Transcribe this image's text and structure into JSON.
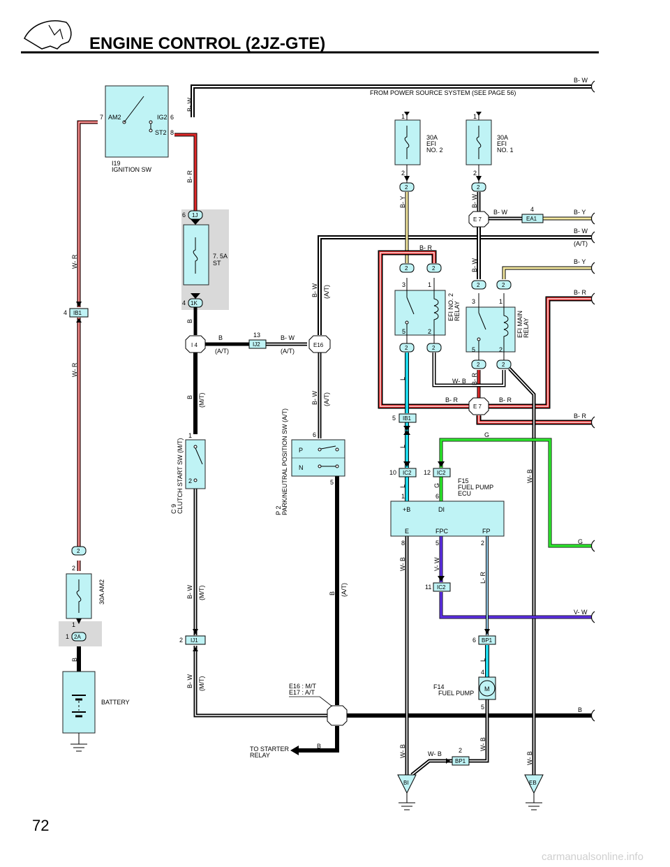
{
  "header": {
    "title": "ENGINE CONTROL (2JZ-GTE)"
  },
  "page_number": "72",
  "watermark": "carmanualsonline.info",
  "power_note": "FROM POWER SOURCE SYSTEM (SEE PAGE 56)",
  "components": {
    "ignition_sw": {
      "ref": "I19",
      "name": "IGNITION SW",
      "t_am2": "AM2",
      "t_ig2": "IG2",
      "t_st2": "ST2",
      "pin_am2": "7",
      "pin_ig2": "6",
      "pin_st2": "8"
    },
    "fuse_st": {
      "rating": "7. 5A",
      "name": "ST",
      "pin_top": "6",
      "conn_top": "1J",
      "pin_bot": "4",
      "conn_bot": "1K"
    },
    "fuse_efi2": {
      "rating": "30A",
      "name1": "EFI",
      "name2": "NO. 2",
      "pin_top": "1",
      "pin_bot": "2",
      "conn": "2"
    },
    "fuse_efi1": {
      "rating": "30A",
      "name1": "EFI",
      "name2": "NO. 1",
      "pin_top": "1",
      "pin_bot": "2",
      "conn": "2"
    },
    "fuse_am2": {
      "name": "30A AM2",
      "pin_top": "2",
      "pin_bot": "1",
      "conn_top": "2",
      "conn_bot": "2A",
      "pin_conn": "1"
    },
    "battery": {
      "name": "BATTERY"
    },
    "efi2_relay": {
      "name1": "EFI NO. 2",
      "name2": "RELAY",
      "p3": "3",
      "p1": "1",
      "p5": "5",
      "p2": "2"
    },
    "efi_main_relay": {
      "name1": "EFI MAIN",
      "name2": "RELAY",
      "p3": "3",
      "p1": "1",
      "p5": "5",
      "p2": "2"
    },
    "clutch_sw": {
      "ref": "C 9",
      "name": "CLUTCH START SW (M/T)",
      "p1": "1",
      "p2": "2"
    },
    "pn_sw": {
      "ref": "P 2",
      "name": "PARK/NEUTRAL POSITION SW (A/T)",
      "p_label": "P",
      "n_label": "N",
      "p6": "6",
      "p5": "5"
    },
    "fuel_pump_ecu": {
      "ref": "F15",
      "name1": "FUEL PUMP",
      "name2": "ECU",
      "t_b": "+B",
      "t_di": "DI",
      "t_e": "E",
      "t_fpc": "FPC",
      "t_fp": "FP",
      "p1": "1",
      "p6": "6",
      "p8": "8",
      "p5": "5",
      "p2": "2"
    },
    "fuel_pump": {
      "ref": "F14",
      "name": "FUEL PUMP",
      "symbol": "M",
      "p4": "4",
      "p5": "5"
    }
  },
  "connectors": {
    "ib1_left": {
      "pin": "4",
      "id": "IB1"
    },
    "i4": {
      "id": "I 4"
    },
    "ij2": {
      "pin": "13",
      "id": "IJ2"
    },
    "e16": {
      "id": "E16"
    },
    "ij1": {
      "pin": "2",
      "id": "IJ1"
    },
    "e7_top": {
      "id": "E 7"
    },
    "e7_mid": {
      "id": "E 7"
    },
    "ea1": {
      "pin": "4",
      "id": "EA1"
    },
    "ib1_mid": {
      "pin": "5",
      "id": "IB1"
    },
    "ic2_a": {
      "pin": "10",
      "id": "IC2"
    },
    "ic2_b": {
      "pin": "12",
      "id": "IC2"
    },
    "ic2_c": {
      "pin": "11",
      "id": "IC2"
    },
    "bp1_a": {
      "pin": "6",
      "id": "BP1"
    },
    "bp1_b": {
      "pin": "2",
      "id": "BP1"
    },
    "j_2": "2"
  },
  "grounds": {
    "bi": "BI",
    "eb": "EB"
  },
  "wires": {
    "bw": "B- W",
    "br": "B- R",
    "by": "B- Y",
    "wr": "W- R",
    "b": "B",
    "l": "L",
    "g": "G",
    "wb": "W- B",
    "vw": "V- W",
    "lr": "L- R",
    "at": "(A/T)",
    "mt": "(M/T)"
  },
  "notes": {
    "e16": "E16 : M/T",
    "e17": "E17 : A/T",
    "to_starter1": "TO STARTER",
    "to_starter2": "RELAY"
  },
  "colors": {
    "wire_black": "#000000",
    "wire_white": "#ffffff",
    "wire_red": "#e02a2a",
    "wire_yellow": "#f5e9a0",
    "wire_cyan": "#20d8ea",
    "wire_green": "#2ce62c",
    "wire_violet": "#5b2ee0",
    "wire_lightblue": "#9fd6f5",
    "component_fill": "#bff3f5",
    "shade": "#d9d9d9"
  }
}
